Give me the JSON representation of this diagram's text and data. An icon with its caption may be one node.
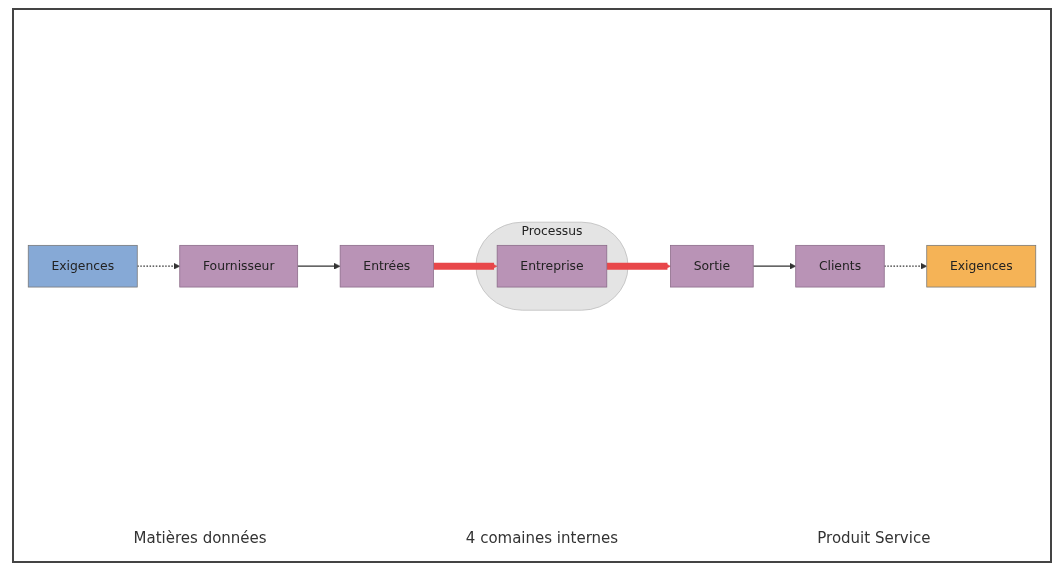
{
  "diagram": {
    "nodes": [
      {
        "text": [
          "Fournisseur"
        ]
      },
      {
        "text": [
          "Exigences"
        ]
      },
      {
        "text": [
          "Entrées"
        ]
      },
      {
        "text": [
          "Processus"
        ]
      },
      {
        "text": [
          "Entreprise"
        ],
        "in": 3
      },
      {
        "text": [
          "Exigences"
        ]
      },
      {
        "text": [
          "Clients"
        ]
      },
      {
        "text": [
          "Sortie"
        ]
      }
    ],
    "edges": [
      {
        "from": 1,
        "to": 0,
        "arrow": "to",
        "style": "dashed"
      },
      {
        "from": 0,
        "to": 2,
        "arrow": "to"
      },
      {
        "from": 2,
        "to": 4,
        "arrow": "to",
        "style": "thick",
        "color": "#e8474a"
      },
      {
        "from": 4,
        "to": 7,
        "arrow": "to",
        "style": "thick",
        "color": "#e8474a"
      },
      {
        "from": 6,
        "to": 5,
        "arrow": "to",
        "style": "dashed"
      },
      {
        "from": 7,
        "to": 6,
        "arrow": "to"
      }
    ],
    "labels": [
      "Matières données",
      "4 comaines internes",
      "Produit Service"
    ]
  }
}
